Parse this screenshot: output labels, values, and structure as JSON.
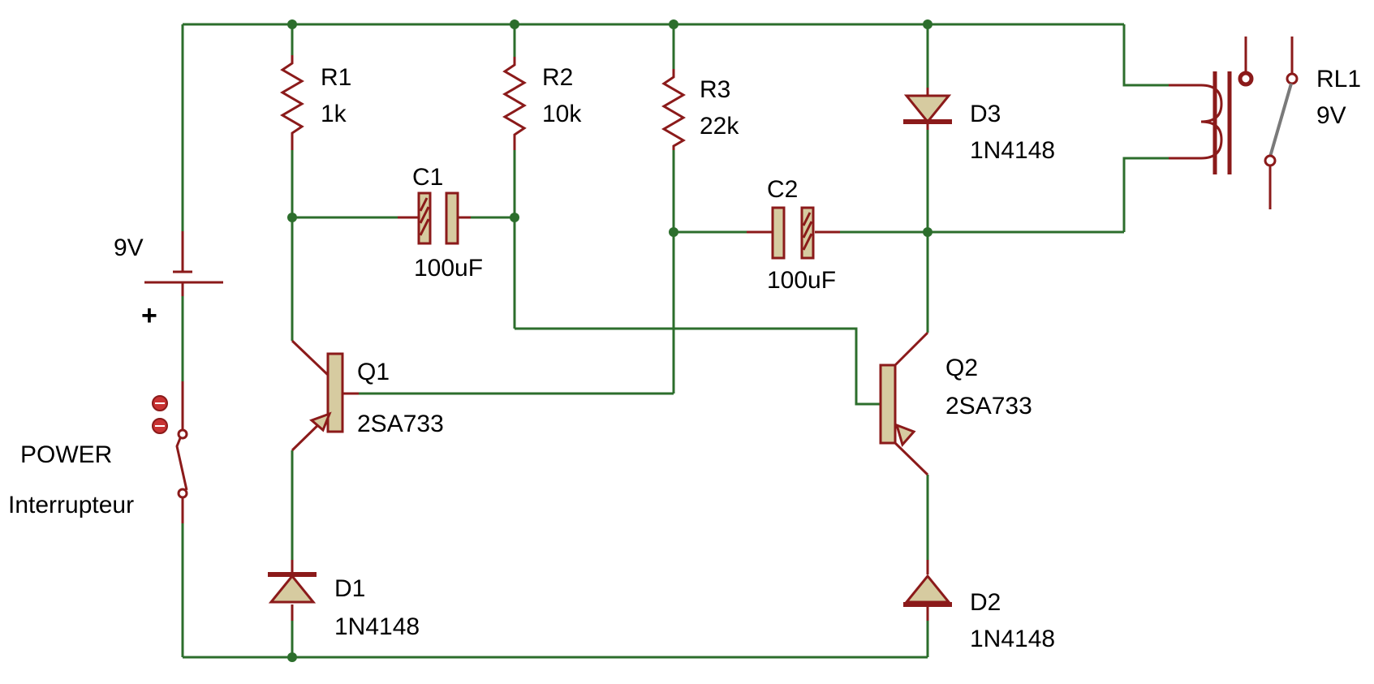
{
  "components": {
    "r1": {
      "ref": "R1",
      "value": "1k"
    },
    "r2": {
      "ref": "R2",
      "value": "10k"
    },
    "r3": {
      "ref": "R3",
      "value": "22k"
    },
    "c1": {
      "ref": "C1",
      "value": "100uF"
    },
    "c2": {
      "ref": "C2",
      "value": "100uF"
    },
    "d1": {
      "ref": "D1",
      "value": "1N4148"
    },
    "d2": {
      "ref": "D2",
      "value": "1N4148"
    },
    "d3": {
      "ref": "D3",
      "value": "1N4148"
    },
    "q1": {
      "ref": "Q1",
      "value": "2SA733"
    },
    "q2": {
      "ref": "Q2",
      "value": "2SA733"
    },
    "rl1": {
      "ref": "RL1",
      "value": "9V"
    },
    "battery": {
      "value": "9V",
      "polarity": "+"
    },
    "switch": {
      "label": "POWER",
      "sublabel": "Interrupteur"
    }
  },
  "colors": {
    "wire": "#2c6e2c",
    "component": "#8b1a1a",
    "fill": "#d6cba0",
    "text": "#000000"
  }
}
